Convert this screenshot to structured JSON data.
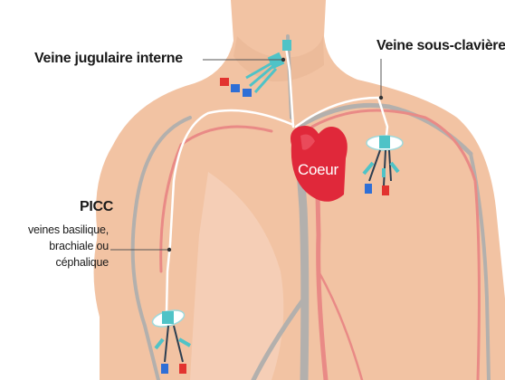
{
  "labels": {
    "jugular": "Veine jugulaire interne",
    "subclavian": "Veine sous-clavière",
    "heart": "Coeur",
    "picc_title": "PICC",
    "picc_line1": "veines basilique,",
    "picc_line2": "brachiale ou",
    "picc_line3": "céphalique"
  },
  "colors": {
    "skin": "#f2c3a3",
    "skin_light": "#f7d7c2",
    "vein_gray": "#a9a9a9",
    "artery_red": "#e98a86",
    "heart_red": "#e0283a",
    "catheter_teal": "#4fc3c7",
    "cap_red": "#e2332f",
    "cap_blue": "#2f6fd6"
  }
}
